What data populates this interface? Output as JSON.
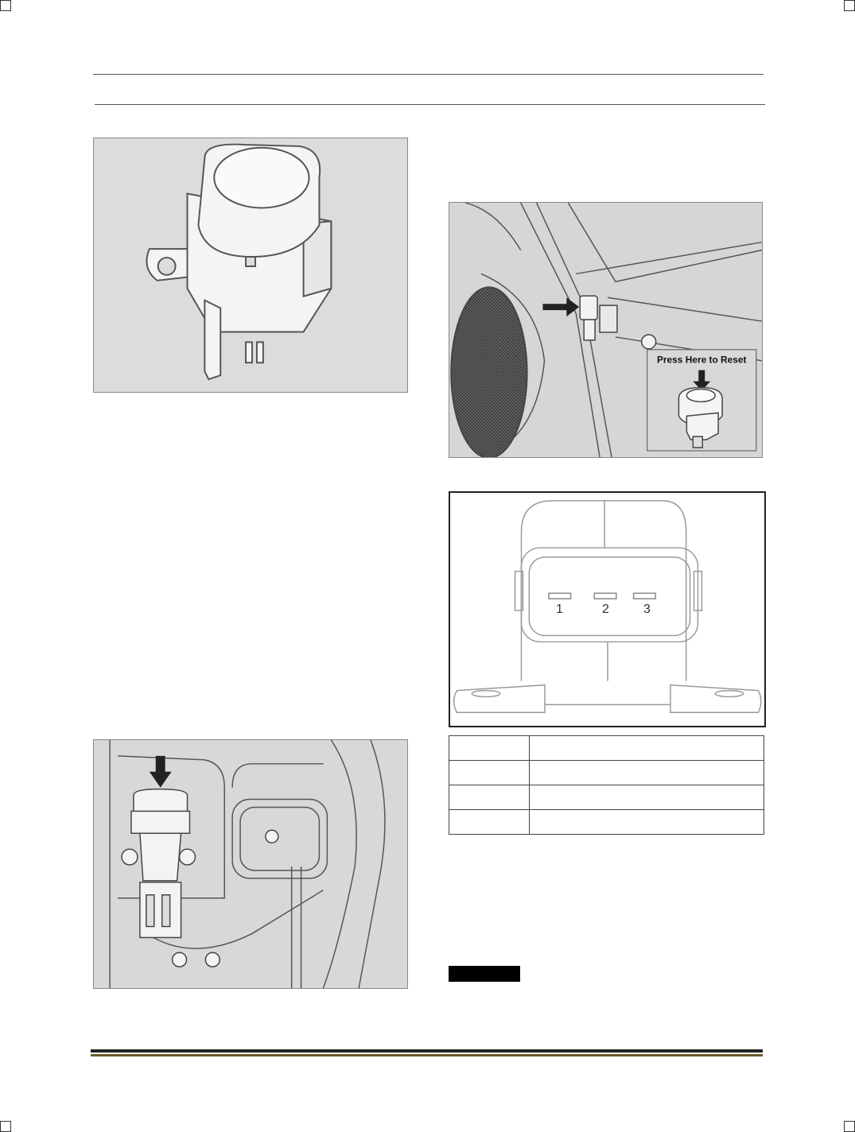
{
  "figure_reset_inset": {
    "label": "Press Here to Reset"
  },
  "connector_figure": {
    "pins": [
      "1",
      "2",
      "3"
    ]
  },
  "pin_table": {
    "rows": [
      [
        "",
        ""
      ],
      [
        "",
        ""
      ],
      [
        "",
        ""
      ],
      [
        "",
        ""
      ]
    ]
  },
  "colors": {
    "figure_background": "#dcdcdc",
    "line_art": "#555555",
    "arrow": "#222222"
  }
}
